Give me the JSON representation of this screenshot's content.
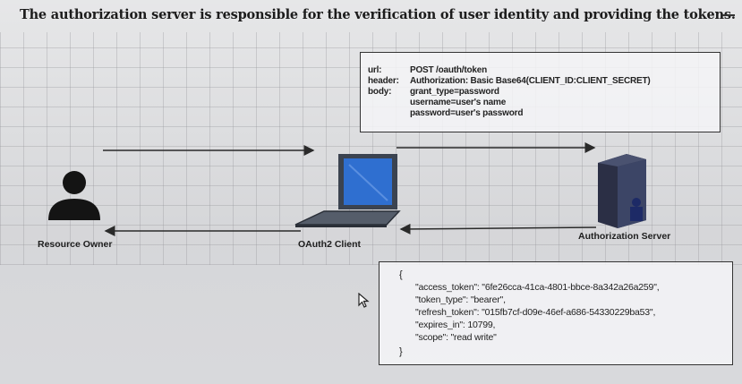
{
  "title": "The authorization server is responsible for the verification of user identity and providing the tokens.",
  "actors": {
    "resource_owner": "Resource Owner",
    "client": "OAuth2 Client",
    "auth_server": "Authorization Server"
  },
  "request": {
    "url_key": "url:",
    "url_val": "POST /oauth/token",
    "header_key": "header:",
    "header_val": "Authorization: Basic Base64(CLIENT_ID:CLIENT_SECRET)",
    "body_key": "body:",
    "body_lines": [
      "grant_type=password",
      "username=user's name",
      "password=user's password"
    ]
  },
  "response": {
    "open": "{",
    "lines": [
      "\"access_token\": \"6fe26cca-41ca-4801-bbce-8a342a26a259\",",
      "\"token_type\": \"bearer\",",
      "\"refresh_token\": \"015fb7cf-d09e-46ef-a686-54330229ba53\",",
      "\"expires_in\": 10799,",
      "\"scope\": \"read write\""
    ],
    "close": "}"
  },
  "colors": {
    "line": "#2a2a2a",
    "person": "#141414",
    "laptop_screen": "#2f6fd0",
    "laptop_body": "#3b4350",
    "server": "#2b2f45"
  }
}
